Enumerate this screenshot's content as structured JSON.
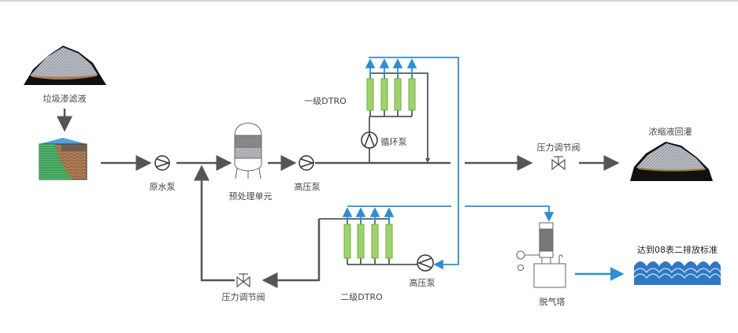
{
  "labels": {
    "leachate": "垃圾渗滤液",
    "raw_pump": "原水泵",
    "pretreatment": "预处理单元",
    "hp_pump_1": "高压泵",
    "dtro_1": "一级DTRO",
    "circ_pump": "循环泵",
    "valve_1": "压力调节阀",
    "concentrate": "浓缩液回灌",
    "valve_2": "压力调节阀",
    "dtro_2": "二级DTRO",
    "hp_pump_2": "高压泵",
    "degasser": "脱气塔",
    "discharge": "达到08表二排放标准"
  },
  "colors": {
    "pipe": "#555555",
    "permeate": "#2a8fd6",
    "membrane": "#9ed36a",
    "water": "#2f78c4"
  }
}
